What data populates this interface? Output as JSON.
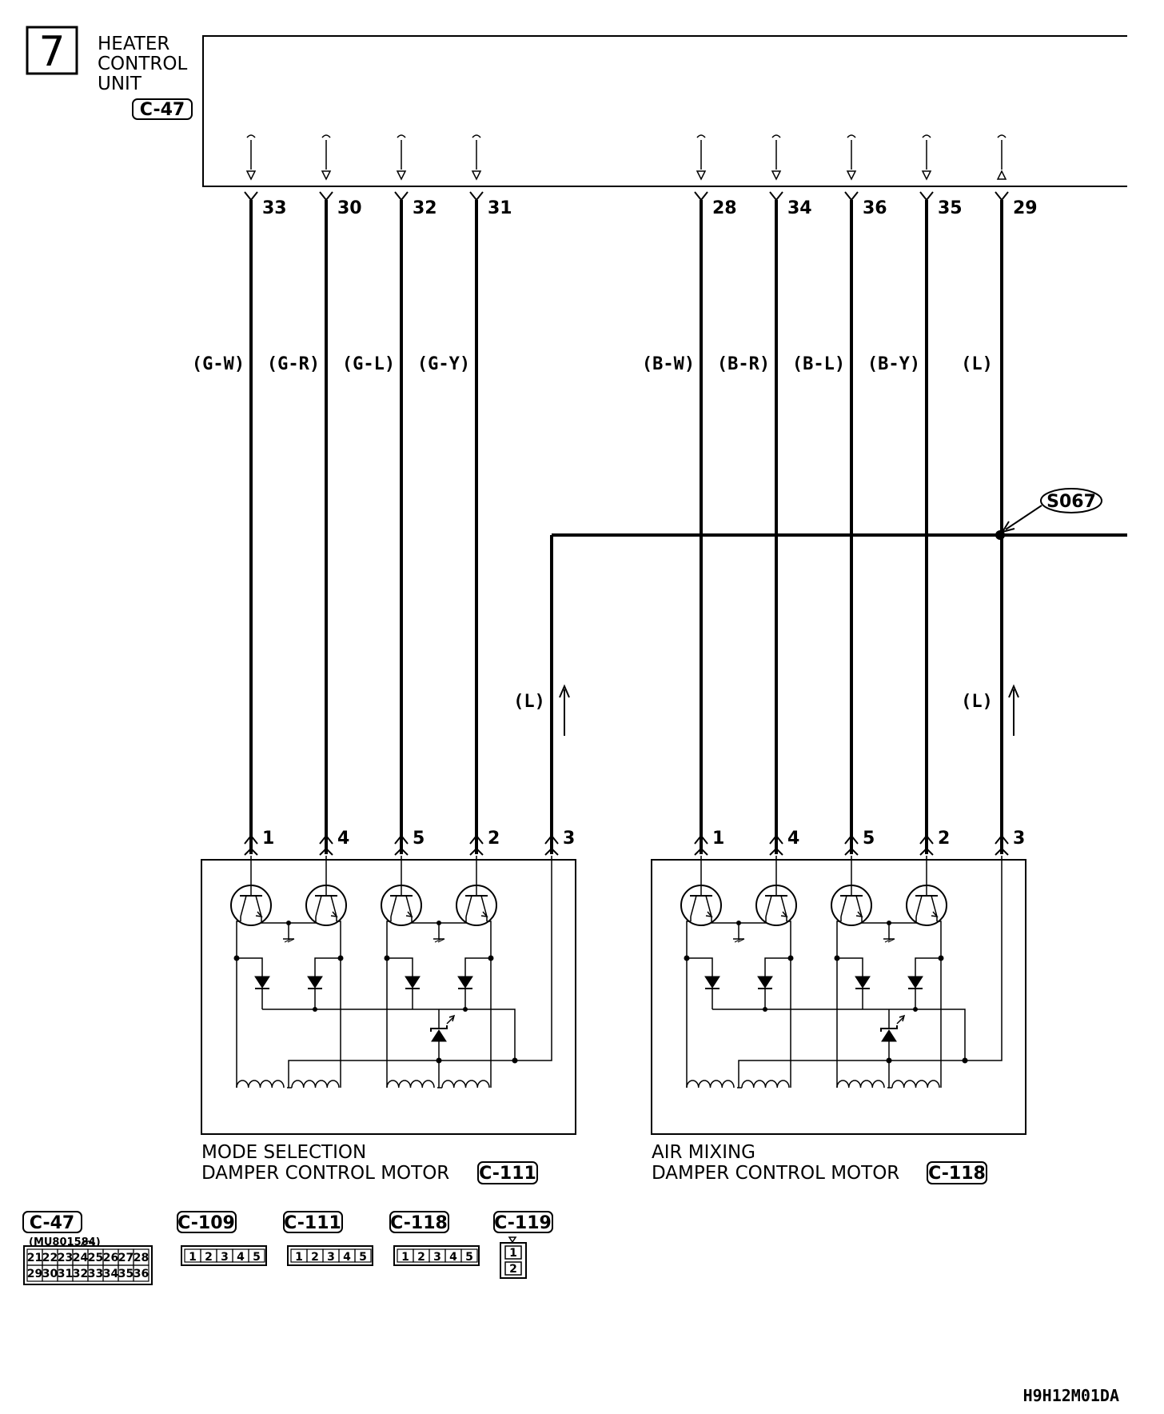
{
  "section_number": "7",
  "heater_unit": {
    "title_lines": [
      "HEATER",
      "CONTROL",
      "UNIT"
    ],
    "connector": "C-47",
    "pins": [
      "33",
      "30",
      "32",
      "31",
      "28",
      "34",
      "36",
      "35",
      "29"
    ]
  },
  "wire_colors": [
    "(G-W)",
    "(G-R)",
    "(G-L)",
    "(G-Y)",
    "(B-W)",
    "(B-R)",
    "(B-L)",
    "(B-Y)",
    "(L)"
  ],
  "splice_label": "S067",
  "return_wires": [
    "(L)",
    "(L)"
  ],
  "motors": [
    {
      "title_lines": [
        "MODE SELECTION",
        "DAMPER CONTROL MOTOR"
      ],
      "connector": "C-111",
      "pins": [
        "1",
        "4",
        "5",
        "2",
        "3"
      ]
    },
    {
      "title_lines": [
        "AIR MIXING",
        "DAMPER CONTROL MOTOR"
      ],
      "connector": "C-118",
      "pins": [
        "1",
        "4",
        "5",
        "2",
        "3"
      ]
    }
  ],
  "legend": {
    "c47": {
      "label": "C-47",
      "part_no": "(MU801584)",
      "row1": [
        "21",
        "22",
        "23",
        "24",
        "25",
        "26",
        "27",
        "28"
      ],
      "row2": [
        "29",
        "30",
        "31",
        "32",
        "33",
        "34",
        "35",
        "36"
      ]
    },
    "five_pin": [
      {
        "label": "C-109",
        "pins": [
          "1",
          "2",
          "3",
          "4",
          "5"
        ]
      },
      {
        "label": "C-111",
        "pins": [
          "1",
          "2",
          "3",
          "4",
          "5"
        ]
      },
      {
        "label": "C-118",
        "pins": [
          "1",
          "2",
          "3",
          "4",
          "5"
        ]
      }
    ],
    "c119": {
      "label": "C-119",
      "pins": [
        "1",
        "2"
      ]
    }
  },
  "drawing_code": "H9H12M01DA"
}
